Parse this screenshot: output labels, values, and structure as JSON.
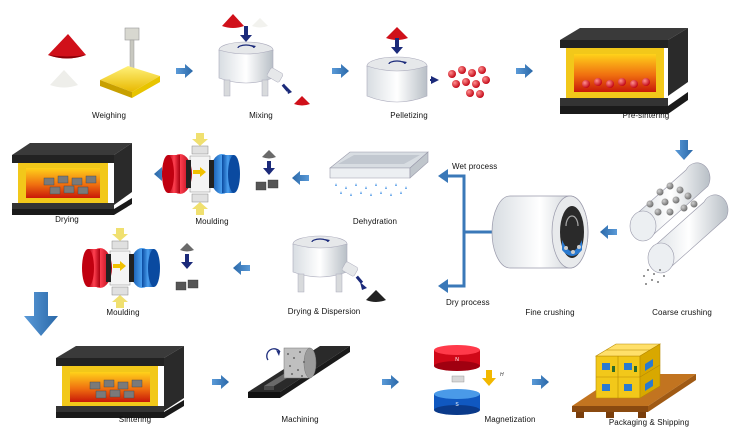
{
  "steps": {
    "weighing": "Weighing",
    "mixing": "Mixing",
    "pelletizing": "Pelletizing",
    "presintering": "Pre-sintering",
    "drying": "Drying",
    "moulding_wet": "Moulding",
    "dehydration": "Dehydration",
    "wet_process": "Wet process",
    "moulding_dry": "Moulding",
    "drying_dispersion": "Drying & Dispersion",
    "dry_process": "Dry process",
    "fine_crushing": "Fine crushing",
    "coarse_crushing": "Coarse crushing",
    "sintering": "Sintering",
    "machining": "Machining",
    "magnetization": "Magnetization",
    "packaging": "Packaging & Shipping"
  },
  "magnet_letters": {
    "north": "N",
    "south": "S",
    "field": "H"
  },
  "colors": {
    "arrow_blue": "#3a78b8",
    "arrow_navy": "#1b2a7a",
    "powder_red": "#d0101a",
    "furnace_orange": "#f07010",
    "furnace_yellow": "#ffd21a",
    "box_yellow": "#f2c81a",
    "pallet_brown": "#b86a1c"
  },
  "icons": [
    "flow-arrow",
    "furnace-icon",
    "press-icon",
    "mixer-icon",
    "crusher-icon",
    "magnet-icon",
    "pallet-icon"
  ]
}
